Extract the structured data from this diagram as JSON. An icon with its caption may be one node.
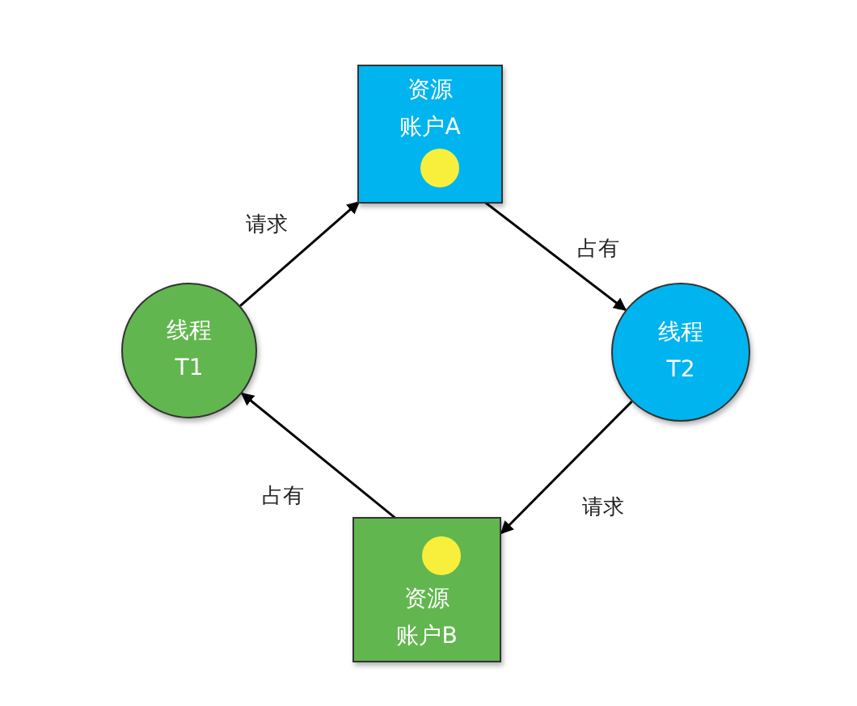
{
  "diagram": {
    "nodes": [
      {
        "text": [
          "资源账户A"
        ]
      },
      {
        "text": [],
        "shape": "circle",
        "in": 0
      },
      {
        "text": [
          "线程T1"
        ]
      },
      {
        "text": [
          "线程T2"
        ]
      },
      {
        "text": [
          "资源账户B"
        ]
      },
      {
        "text": [],
        "shape": "circle",
        "in": 4
      }
    ],
    "edges": [
      {
        "from": 2,
        "to": 0,
        "arrow": "to",
        "label": "请求"
      },
      {
        "from": 1,
        "to": 3,
        "arrow": "to",
        "label": "占有"
      },
      {
        "from": 3,
        "to": 4,
        "arrow": "to",
        "label": "请求"
      },
      {
        "from": 5,
        "to": 2,
        "arrow": "to",
        "label": "占有"
      }
    ]
  }
}
